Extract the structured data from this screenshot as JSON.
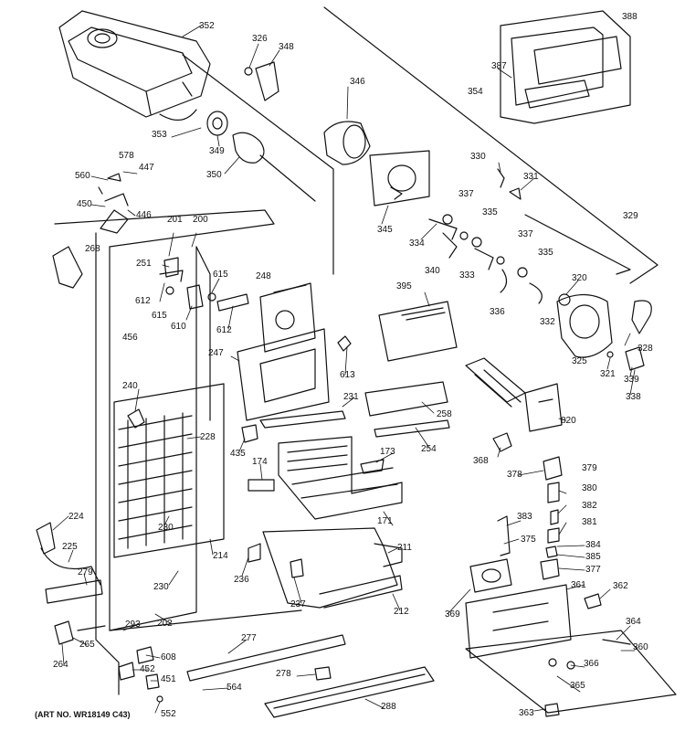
{
  "art_number": "(ART NO. WR18149 C43)",
  "labels": {
    "352": "352",
    "326": "326",
    "348": "348",
    "346": "346",
    "388": "388",
    "387": "387",
    "354": "354",
    "353": "353",
    "349": "349",
    "350": "350",
    "578": "578",
    "447": "447",
    "560": "560",
    "450": "450",
    "446": "446",
    "330": "330",
    "331": "331",
    "337a": "337",
    "335a": "335",
    "329": "329",
    "345": "345",
    "334": "334",
    "340": "340",
    "333": "333",
    "337b": "337",
    "335b": "335",
    "201": "201",
    "200": "200",
    "268": "268",
    "251": "251",
    "615a": "615",
    "248": "248",
    "612a": "612",
    "615b": "615",
    "610": "610",
    "612b": "612",
    "395": "395",
    "336": "336",
    "332": "332",
    "320": "320",
    "247": "247",
    "613": "613",
    "456": "456",
    "325": "325",
    "328": "328",
    "321": "321",
    "339": "339",
    "338": "338",
    "240": "240",
    "231": "231",
    "258": "258",
    "820": "820",
    "228": "228",
    "435": "435",
    "254": "254",
    "174": "174",
    "173": "173",
    "368": "368",
    "378": "378",
    "379": "379",
    "380": "380",
    "382": "382",
    "381": "381",
    "224": "224",
    "230a": "230",
    "171": "171",
    "383": "383",
    "375": "375",
    "225": "225",
    "214": "214",
    "211": "211",
    "384": "384",
    "385": "385",
    "279": "279",
    "236": "236",
    "377": "377",
    "230b": "230",
    "361": "361",
    "362": "362",
    "237": "237",
    "212": "212",
    "369": "369",
    "293": "293",
    "202": "202",
    "265": "265",
    "364": "364",
    "264": "264",
    "277": "277",
    "608": "608",
    "360": "360",
    "452": "452",
    "366": "366",
    "278": "278",
    "451": "451",
    "564": "564",
    "365": "365",
    "552": "552",
    "288": "288",
    "363": "363"
  }
}
